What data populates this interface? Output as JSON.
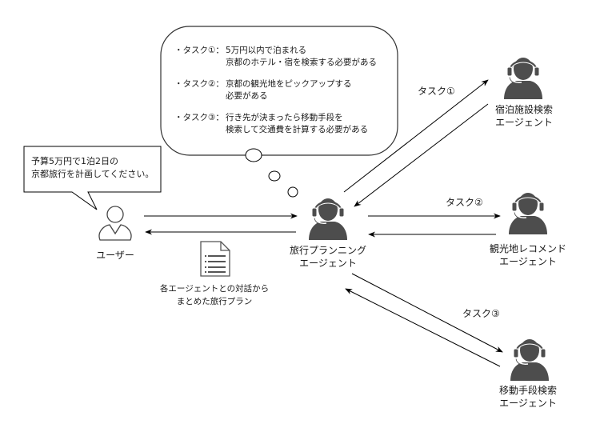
{
  "colors": {
    "icon_fill": "#4d4d4d",
    "stroke": "#000000",
    "bubble_stroke": "#333333",
    "background": "#ffffff"
  },
  "thought_bubble": {
    "tasks": [
      {
        "head": "・タスク①：",
        "lines": [
          "5万円以内で泊まれる",
          "京都のホテル・宿を検索する必要がある"
        ]
      },
      {
        "head": "・タスク②：",
        "lines": [
          "京都の観光地をピックアップする",
          "必要がある"
        ]
      },
      {
        "head": "・タスク③：",
        "lines": [
          "行き先が決まったら移動手段を",
          "検索して交通費を計算する必要がある"
        ]
      }
    ]
  },
  "user_request": {
    "lines": [
      "予算5万円で1泊2日の",
      "京都旅行を計画してください。"
    ]
  },
  "nodes": {
    "user": {
      "label": "ユーザー",
      "icon": "user-outline-icon"
    },
    "planner": {
      "label_lines": [
        "旅行プランニング",
        "エージェント"
      ],
      "icon": "headset-agent-icon"
    },
    "lodging": {
      "label_lines": [
        "宿泊施設検索",
        "エージェント"
      ],
      "icon": "headset-agent-icon"
    },
    "sightseeing": {
      "label_lines": [
        "観光地レコメンド",
        "エージェント"
      ],
      "icon": "headset-agent-icon"
    },
    "transport": {
      "label_lines": [
        "移動手段検索",
        "エージェント"
      ],
      "icon": "headset-agent-icon"
    }
  },
  "document": {
    "icon": "document-list-icon",
    "caption_lines": [
      "各エージェントとの対話から",
      "まとめた旅行プラン"
    ]
  },
  "edge_labels": {
    "task1": "タスク①",
    "task2": "タスク②",
    "task3": "タスク③"
  }
}
